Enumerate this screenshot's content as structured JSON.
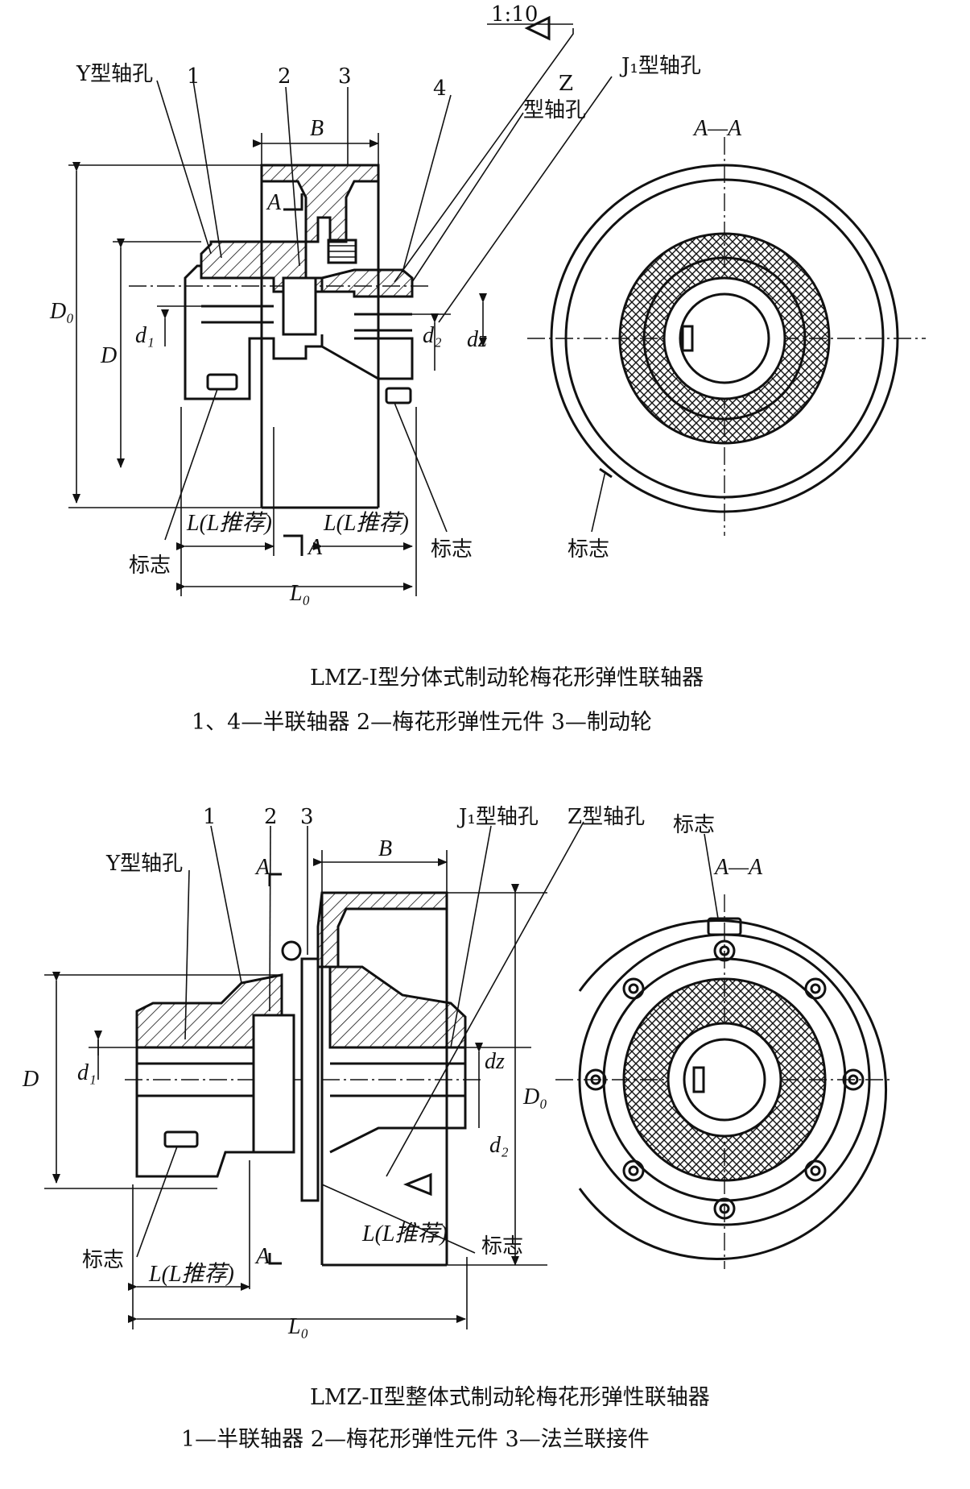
{
  "figure1": {
    "labels": {
      "taper": "1:10",
      "y_bore": "Y型轴孔",
      "z_letter": "Z",
      "z_bore_line2": "型轴孔",
      "j1_bore": "J₁型轴孔",
      "section": "A—A",
      "part1": "1",
      "part2": "2",
      "part3": "3",
      "part4": "4",
      "B": "B",
      "A_top": "A",
      "A_bottom": "A",
      "D0": "D₀",
      "D": "D",
      "d1": "d₁",
      "d2": "d₂",
      "dz": "dz",
      "L_left": "L(L推荐)",
      "L_right": "L(L推荐)",
      "L0": "L₀",
      "mark_left": "标志",
      "mark_mid": "标志",
      "mark_right": "标志"
    },
    "caption_title": "LMZ-Ⅰ型分体式制动轮梅花形弹性联轴器",
    "caption_parts": "1、4—半联轴器   2—梅花形弹性元件   3—制动轮"
  },
  "figure2": {
    "labels": {
      "part1": "1",
      "part2": "2",
      "part3": "3",
      "y_bore": "Y型轴孔",
      "j1_bore": "J₁型轴孔",
      "z_bore": "Z型轴孔",
      "mark_top": "标志",
      "section": "A—A",
      "A_top": "A",
      "A_bottom": "A",
      "B": "B",
      "D": "D",
      "d1": "d₁",
      "dz": "dz",
      "d2": "d₂",
      "D0": "D₀",
      "L_left": "L(L推荐)",
      "L_right": "L(L推荐)",
      "L0": "L₀",
      "mark_left": "标志",
      "mark_right": "标志"
    },
    "caption_title": "LMZ-Ⅱ型整体式制动轮梅花形弹性联轴器",
    "caption_parts": "1—半联轴器   2—梅花形弹性元件   3—法兰联接件"
  }
}
